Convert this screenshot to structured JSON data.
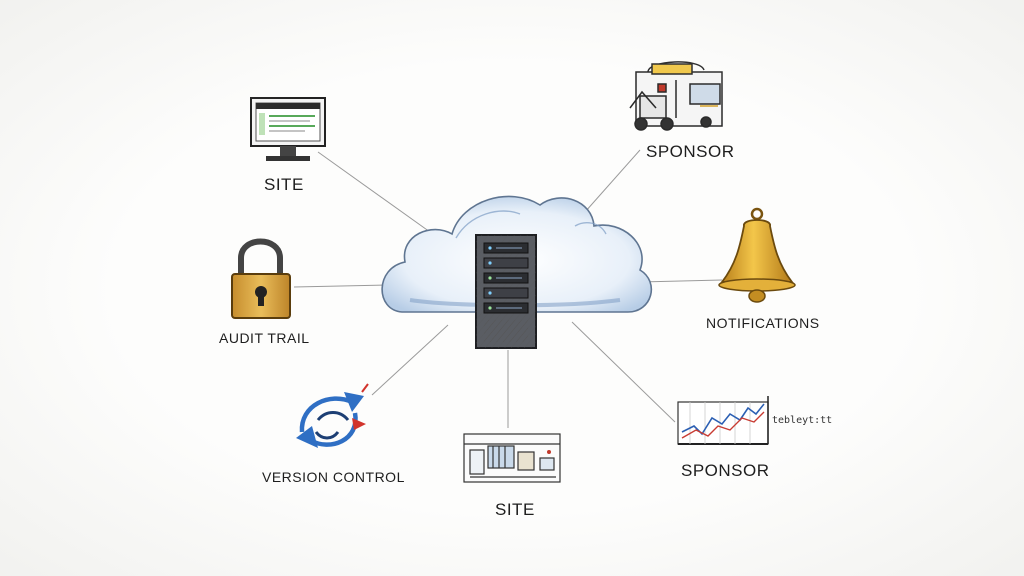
{
  "center": {
    "icon": "cloud-server-icon"
  },
  "nodes": [
    {
      "id": "site-top",
      "label": "SITE",
      "icon": "monitor-icon"
    },
    {
      "id": "sponsor-top",
      "label": "SPONSOR",
      "icon": "machinery-icon"
    },
    {
      "id": "audit-trail",
      "label": "AUDIT TRAIL",
      "icon": "padlock-icon"
    },
    {
      "id": "notifications",
      "label": "NOTIFICATIONS",
      "icon": "bell-icon"
    },
    {
      "id": "version-control",
      "label": "VERSION CONTROL",
      "icon": "sync-arrows-icon"
    },
    {
      "id": "site-bottom",
      "label": "SITE",
      "icon": "site-plan-icon"
    },
    {
      "id": "sponsor-bottom",
      "label": "SPONSOR",
      "icon": "line-chart-icon"
    }
  ],
  "chart_caption": "teblеyt:tt",
  "colors": {
    "cloud_blue": "#8fb3da",
    "server_dark": "#3a3c42",
    "bell_gold": "#e0a92a",
    "lock_gold": "#d9a441",
    "arrow_blue": "#2f6fc4",
    "arrow_red": "#d2342c",
    "chart_line": "#2b5fb3",
    "chart_red": "#c83b32"
  }
}
